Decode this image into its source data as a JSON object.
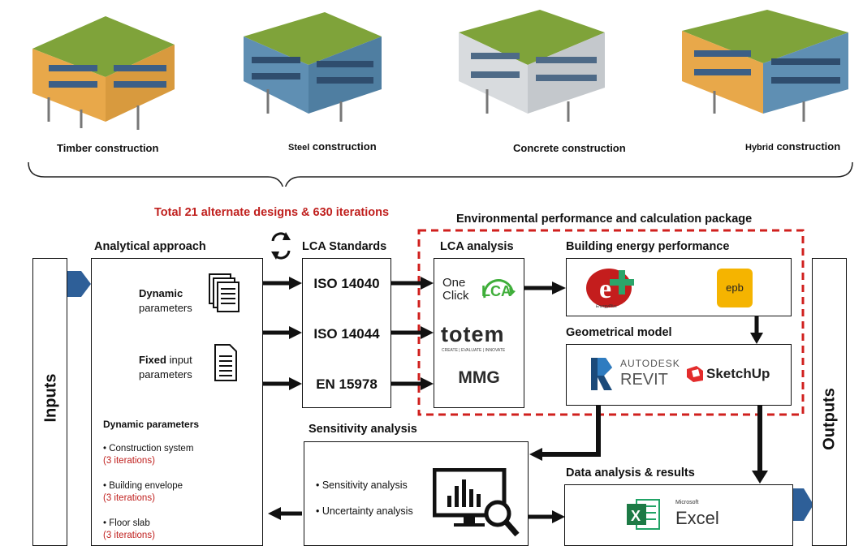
{
  "buildings": [
    {
      "label_prefix": "",
      "label": "Timber construction",
      "wall": "#e8a84a"
    },
    {
      "label_prefix": "Steel",
      "label": " construction",
      "wall": "#5f8fb3"
    },
    {
      "label_prefix": "",
      "label": "Concrete construction",
      "wall": "#c9cdd2"
    },
    {
      "label_prefix": "Hybrid",
      "label": " construction",
      "wall": "#e8a84a"
    }
  ],
  "colors": {
    "accent_red": "#c0201e",
    "roof_green": "#7fa33a",
    "arrow_blue": "#2e5f98"
  },
  "total_text": "Total 21 alternate designs & 630 iterations",
  "package_title": "Environmental performance and calculation package",
  "inputs_label": "Inputs",
  "outputs_label": "Outputs",
  "analytical": {
    "header": "Analytical approach",
    "dynamic_strong": "Dynamic",
    "dynamic_rest": "parameters",
    "fixed_strong": "Fixed",
    "fixed_rest": " input",
    "fixed_line2": "parameters",
    "dyn_params_title": "Dynamic parameters",
    "items": [
      {
        "name": "• Construction system",
        "note": "(3 iterations)"
      },
      {
        "name": "• Building envelope",
        "note": "(3 iterations)"
      },
      {
        "name": "• Floor slab",
        "note": "(3 iterations)"
      }
    ]
  },
  "standards": {
    "header": "LCA Standards",
    "items": [
      "ISO 14040",
      "ISO 14044",
      "EN 15978"
    ]
  },
  "lca_analysis": {
    "header": "LCA analysis",
    "oneclick_line1": "One",
    "oneclick_line2": "Click",
    "oneclick_lca": "LCA",
    "totem": "totem",
    "totem_sub": "CREATE | EVALUATE | INNOVATE",
    "mmg": "MMG"
  },
  "energy": {
    "header": "Building energy performance",
    "energyplus_sub": "EnergyPlus",
    "epb": "epb"
  },
  "geometry": {
    "header": "Geometrical model",
    "autodesk": "AUTODESK",
    "revit": "REVIT",
    "sketchup": "SketchUp"
  },
  "sensitivity": {
    "header": "Sensitivity analysis",
    "items": [
      "• Sensitivity analysis",
      "• Uncertainty analysis"
    ]
  },
  "data_results": {
    "header": "Data analysis & results",
    "microsoft": "Microsoft",
    "excel": "Excel"
  }
}
